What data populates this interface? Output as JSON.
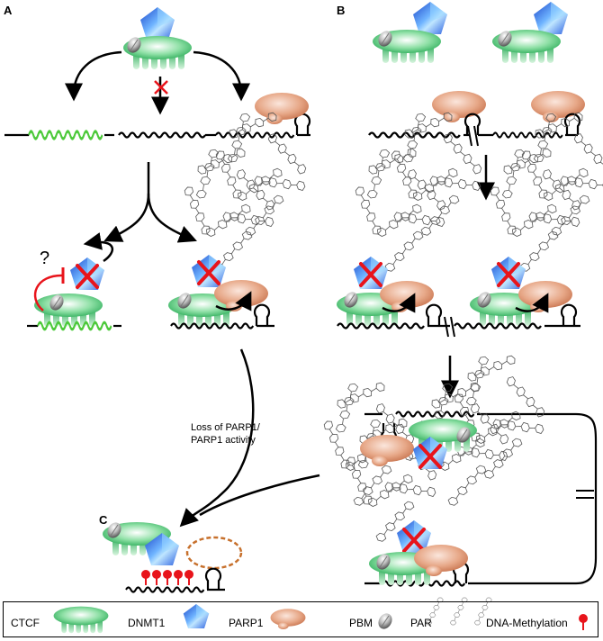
{
  "panels": {
    "a": "A",
    "b": "B",
    "c": "C"
  },
  "annotations": {
    "question_mark": "?",
    "loss_line1": "Loss of PARP1/",
    "loss_line2": "PARP1 activity"
  },
  "legend": {
    "ctcf": "CTCF",
    "dnmt1": "DNMT1",
    "parp1": "PARP1",
    "pbm": "PBM",
    "par": "PAR",
    "methylation": "DNA-Methylation"
  },
  "colors": {
    "ctcf_green": "#3fbf6a",
    "dnmt1_blue": "#3b7fe0",
    "parp1_salmon": "#d9906b",
    "methylation_red": "#e8141b",
    "methylated_dna_green": "#4cc93a",
    "inhibition_red": "#e8141b",
    "dashed_orange": "#c7702c"
  },
  "icons": [
    "ctcf-protein",
    "dnmt1-protein",
    "parp1-protein",
    "pbm-bead",
    "par-polymer",
    "methylation-pin"
  ]
}
